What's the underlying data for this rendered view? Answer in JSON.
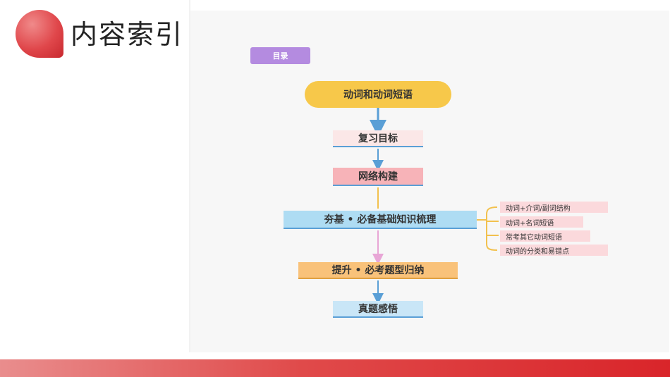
{
  "header": {
    "title": "内容索引"
  },
  "diagram": {
    "tag": "目录",
    "root": "动词和动词短语",
    "steps": [
      "复习目标",
      "网络构建",
      "夯基 • 必备基础知识梳理",
      "提升 • 必考题型归纳",
      "真题感悟"
    ],
    "branches": [
      "动词+介词/副词结构",
      "动词+名词短语",
      "常考其它动词短语",
      "动词的分类和易错点"
    ]
  },
  "colors": {
    "accent": "#d9252a",
    "tag": "#b48be0",
    "root": "#f7c84a",
    "arrow_blue": "#5a9fd6",
    "arrow_pink": "#e8a6d6",
    "bracket": "#f2c14e"
  }
}
